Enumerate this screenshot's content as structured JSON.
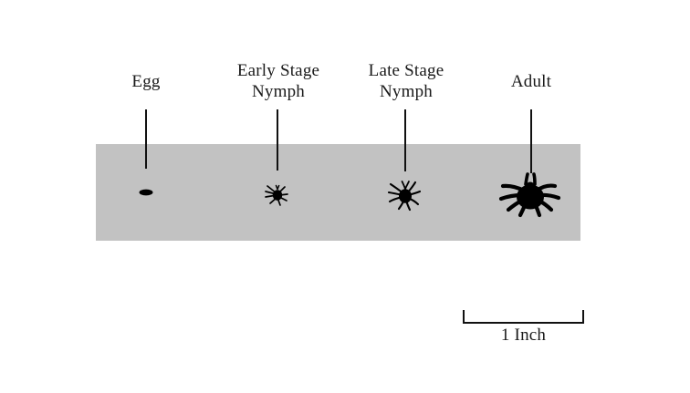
{
  "figure": {
    "title": "Tick life stages size comparison",
    "background_color": "#ffffff",
    "band": {
      "name": "specimen-band",
      "color": "#c2c2c2"
    },
    "ink_color": "#111111"
  },
  "stages": [
    {
      "id": "egg",
      "label": "Egg",
      "icon": "tick-egg-icon",
      "leader_line": true
    },
    {
      "id": "early-stage-nymph",
      "label": "Early Stage\nNymph",
      "icon": "tick-larva-icon",
      "leader_line": true
    },
    {
      "id": "late-stage-nymph",
      "label": "Late Stage\nNymph",
      "icon": "tick-nymph-icon",
      "leader_line": true
    },
    {
      "id": "adult",
      "label": "Adult",
      "icon": "tick-adult-icon",
      "leader_line": true
    }
  ],
  "scale": {
    "label": "1 Inch",
    "bar_name": "scale-bar"
  }
}
